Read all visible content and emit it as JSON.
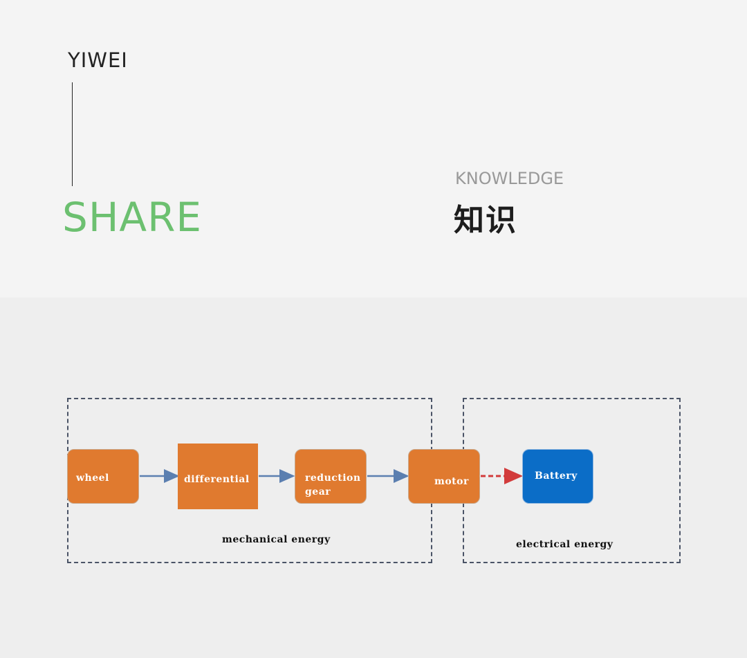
{
  "header": {
    "brand": "YIWEI",
    "share": "SHARE",
    "knowledge_en": "KNOWLEDGE",
    "knowledge_zh": "知识"
  },
  "diagram": {
    "nodes": {
      "wheel": "wheel",
      "differential": "differential",
      "reduction_line1": "reduction",
      "reduction_line2": "gear",
      "motor": "motor",
      "battery": "Battery"
    },
    "regions": {
      "mechanical": "mechanical energy",
      "electrical": "electrical energy"
    },
    "colors": {
      "orange": "#e07a2f",
      "blue": "#0b6dc7",
      "flow_arrow": "#5b7fb0",
      "electric_arrow": "#d23b3b",
      "accent_green": "#6cc070"
    }
  }
}
